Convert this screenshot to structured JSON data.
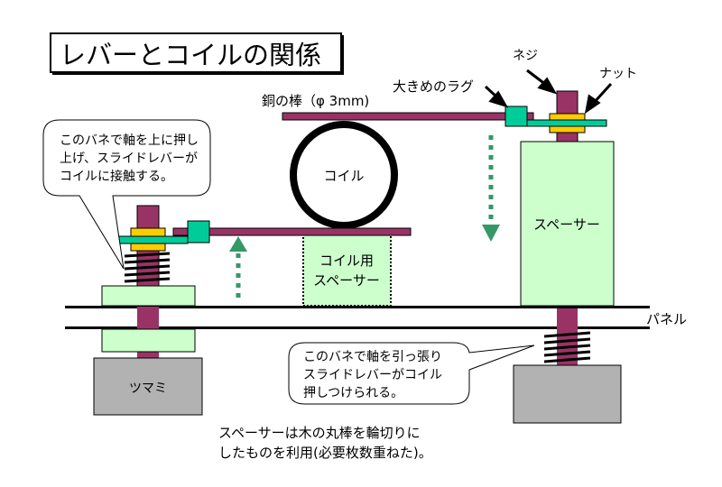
{
  "title": "レバーとコイルの関係",
  "labels": {
    "copper_rod": "銅の棒（φ 3mm)",
    "large_lug": "大きめのラグ",
    "screw": "ネジ",
    "nut": "ナット",
    "coil": "コイル",
    "coil_spacer_line1": "コイル用",
    "coil_spacer_line2": "スペーサー",
    "spacer": "スペーサー",
    "panel": "パネル",
    "knob": "ツマミ"
  },
  "callouts": {
    "left": [
      "このバネで軸を上に押し",
      "上げ、スライドレバーが",
      "コイルに接触する。"
    ],
    "right": [
      "このバネで軸を引っ張り",
      "スライドレバーがコイル",
      "押しつけられる。"
    ]
  },
  "note": [
    "スペーサーは木の丸棒を輪切りに",
    "したものを利用(必要枚数重ねた)。"
  ],
  "colors": {
    "shaft": "#993366",
    "lug": "#00CC99",
    "nut": "#FFCC00",
    "spacer": "#CCFFCC",
    "knob": "#B2B2B2",
    "arrow": "#339966"
  }
}
